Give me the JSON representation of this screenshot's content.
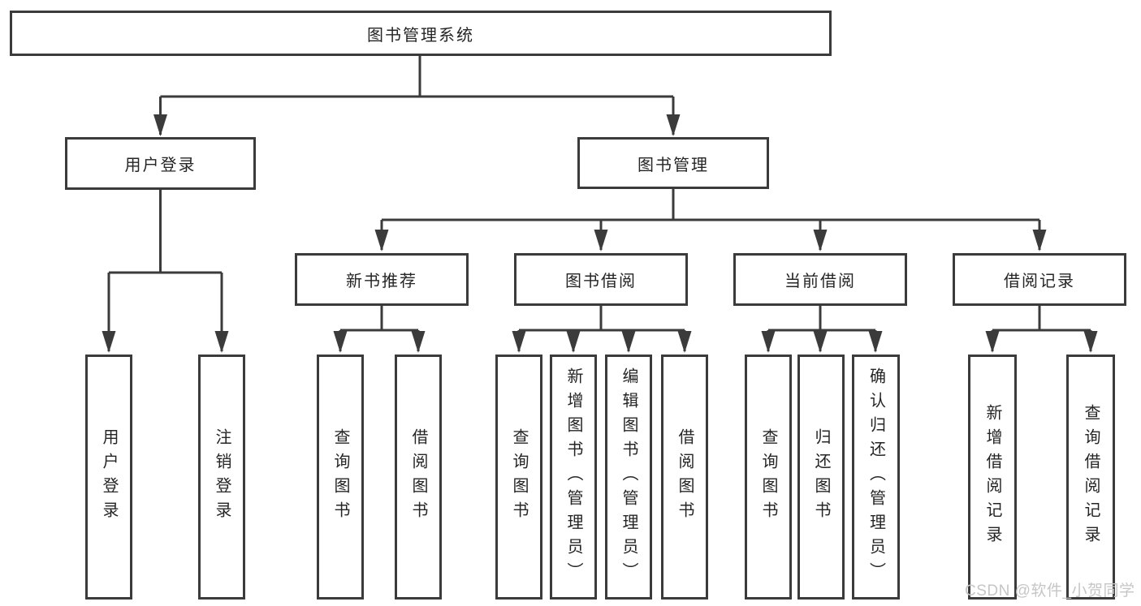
{
  "colors": {
    "line": "#3b3b3b",
    "text": "#252525",
    "box_bg": "#ffffff",
    "background": "#ffffff",
    "watermark": "#c6c6c6"
  },
  "root": {
    "label": "图书管理系统"
  },
  "level2": [
    {
      "label": "用户登录"
    },
    {
      "label": "图书管理"
    }
  ],
  "level3": [
    {
      "label": "新书推荐"
    },
    {
      "label": "图书借阅"
    },
    {
      "label": "当前借阅"
    },
    {
      "label": "借阅记录"
    }
  ],
  "leaves": [
    {
      "label": "用户登录"
    },
    {
      "label": "注销登录"
    },
    {
      "label": "查询图书"
    },
    {
      "label": "借阅图书"
    },
    {
      "label": "查询图书"
    },
    {
      "label": "新增图书（管理员）"
    },
    {
      "label": "编辑图书（管理员）"
    },
    {
      "label": "借阅图书"
    },
    {
      "label": "查询图书"
    },
    {
      "label": "归还图书"
    },
    {
      "label": "确认归还（管理员）"
    },
    {
      "label": "新增借阅记录"
    },
    {
      "label": "查询借阅记录"
    }
  ],
  "watermark": {
    "text": "CSDN @软件_小贺同学"
  }
}
